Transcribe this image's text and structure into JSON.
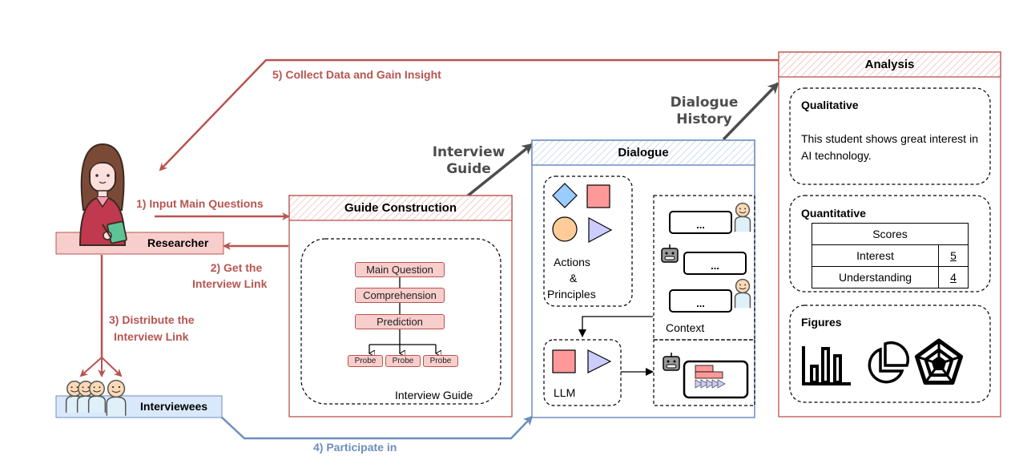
{
  "actors": {
    "researcher": "Researcher",
    "interviewees": "Interviewees"
  },
  "steps": {
    "s1": "1) Input Main Questions",
    "s2_line1": "2) Get the",
    "s2_line2": "Interview Link",
    "s3_line1": "3) Distribute the",
    "s3_line2": "Interview Link",
    "s4": "4) Participate in",
    "s5": "5) Collect Data and Gain Insight"
  },
  "flows": {
    "interview_guide_line1": "Interview",
    "interview_guide_line2": "Guide",
    "dialogue_history_line1": "Dialogue",
    "dialogue_history_line2": "History"
  },
  "guide_construction": {
    "title": "Guide Construction",
    "container_label": "Interview Guide",
    "nodes": [
      "Main Question",
      "Comprehension",
      "Prediction"
    ],
    "probes": [
      "Probe",
      "Probe",
      "Probe"
    ]
  },
  "dialogue": {
    "title": "Dialogue",
    "actions_line1": "Actions",
    "actions_line2": "&",
    "actions_line3": "Principles",
    "llm_label": "LLM",
    "context_label": "Context",
    "bubbles": [
      "...",
      "...",
      "..."
    ]
  },
  "analysis": {
    "title": "Analysis",
    "qualitative": {
      "heading": "Qualitative",
      "text": "This student shows great interest in AI technology."
    },
    "quantitative": {
      "heading": "Quantitative",
      "table_header": "Scores",
      "rows": [
        {
          "label": "Interest",
          "value": "5"
        },
        {
          "label": "Understanding",
          "value": "4"
        }
      ]
    },
    "figures": {
      "heading": "Figures",
      "icons": [
        "bar-chart-icon",
        "pie-chart-icon",
        "radar-chart-icon"
      ]
    }
  },
  "colors": {
    "red_accent": "#b85450",
    "red_fill": "#f8cecc",
    "blue_accent": "#6c8ebf",
    "blue_fill": "#dae8fc",
    "arrow_gray": "#4d4d4d"
  }
}
